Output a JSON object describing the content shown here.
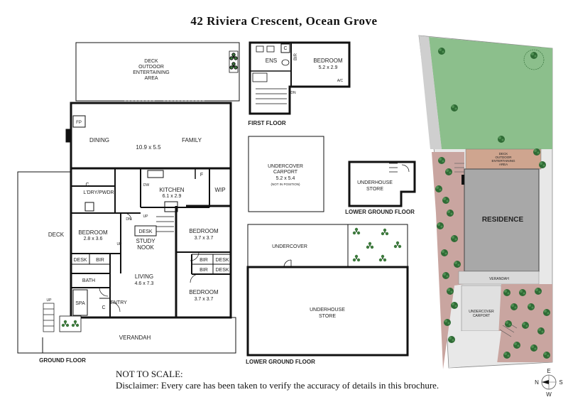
{
  "title": "42 Riviera Crescent, Ocean Grove",
  "ground_floor": {
    "label": "GROUND FLOOR",
    "deck_top": [
      "DECK",
      "OUTDOOR",
      "ENTERTAINING",
      "AREA"
    ],
    "fp": "FP",
    "dining": "DINING",
    "family": "FAMILY",
    "main_dims": "10.9 x 5.5",
    "c": "C",
    "laundry": "L'DRY/PWDR",
    "dw": "DW",
    "f": "F",
    "kitchen": "KITCHEN",
    "kitchen_dims": "6.1 x 2.9",
    "wip": "WIP",
    "dn": "DN",
    "up": "UP",
    "deck_side": "DECK",
    "bedroom2": "BEDROOM",
    "bedroom2_dims": "2.8 x 3.6",
    "desk": "DESK",
    "study": [
      "STUDY",
      "NOOK"
    ],
    "bedroom3": "BEDROOM",
    "bedroom3_dims": "3.7 x 3.7",
    "bir": "BIR",
    "bath": "BATH",
    "living": "LIVING",
    "living_dims": "4.6 x 7.3",
    "bedroom4": "BEDROOM",
    "bedroom4_dims": "3.7 x 3.7",
    "spa": "SPA",
    "entry": "ENTRY",
    "verandah": "VERANDAH"
  },
  "first_floor": {
    "label": "FIRST FLOOR",
    "ens": "ENS",
    "c": "C",
    "bir": "BIR",
    "bedroom": "BEDROOM",
    "bedroom_dims": "5.2 x 2.9",
    "dn": "DN",
    "ac": "A/C"
  },
  "carport": {
    "lines": [
      "UNDERCOVER",
      "CARPORT"
    ],
    "dims": "5.2 x 5.4",
    "note": "(NOT IN POSITION)"
  },
  "lower_small": {
    "lines": [
      "UNDERHOUSE",
      "STORE"
    ],
    "label": "LOWER GROUND FLOOR"
  },
  "lower_large": {
    "undercover": "UNDERCOVER",
    "store": [
      "UNDERHOUSE",
      "STORE"
    ],
    "label": "LOWER GROUND FLOOR"
  },
  "site": {
    "deck": [
      "DECK",
      "OUTDOOR",
      "ENTERTAINING",
      "AREA"
    ],
    "residence": "RESIDENCE",
    "verandah": "VERANDAH",
    "carport": [
      "UNDERCOVER",
      "CARPORT"
    ]
  },
  "compass": {
    "e": "E",
    "n": "N",
    "s": "S",
    "w": "W"
  },
  "disclaimer": {
    "line1": "NOT TO SCALE:",
    "line2": "Disclaimer: Every care has been taken to verify the accuracy of details in this brochure."
  },
  "colors": {
    "lawn": "#8cbf8c",
    "residence": "#a8a8a8",
    "deck": "#cfa58f",
    "paving": "#d9d9d9",
    "garden": "#c9a5a0",
    "tree": "#2f6b35"
  }
}
